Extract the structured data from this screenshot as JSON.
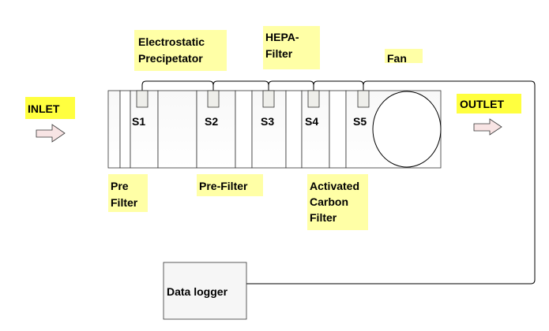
{
  "labels": {
    "electrostatic": [
      "Electrostatic",
      "Precipetator"
    ],
    "hepa": [
      "HEPA-",
      "Filter"
    ],
    "fan": "Fan",
    "inlet": "INLET",
    "outlet": "OUTLET",
    "pre_filter_1": [
      "Pre",
      "Filter"
    ],
    "pre_filter_2": "Pre-Filter",
    "activated_carbon": [
      "Activated",
      "Carbon",
      "Filter"
    ],
    "data_logger": "Data logger"
  },
  "sensors": [
    "S1",
    "S2",
    "S3",
    "S4",
    "S5"
  ],
  "colors": {
    "label_bg": "#ffffa6",
    "label_bright_bg": "#ffff3f",
    "arrow_fill": "#f8e4e4"
  }
}
